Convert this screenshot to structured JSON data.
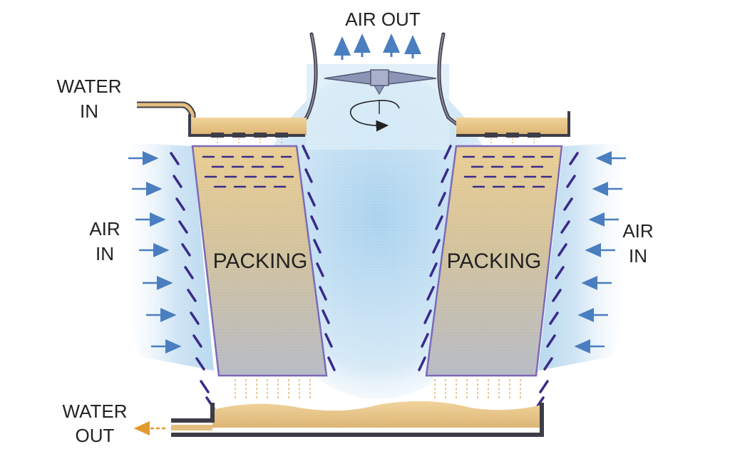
{
  "labels": {
    "air_out": "AIR OUT",
    "water_in": [
      "WATER",
      "IN"
    ],
    "air_in_left": [
      "AIR",
      "IN"
    ],
    "air_in_right": [
      "AIR",
      "IN"
    ],
    "packing_left": "PACKING",
    "packing_right": "PACKING",
    "water_out": [
      "WATER",
      "OUT"
    ]
  },
  "colors": {
    "air": "#cfe4f4",
    "air_deep": "#9fcbea",
    "water": "#e8c58a",
    "water_dark": "#c79a4e",
    "packing_top": "#e6c98f",
    "packing_bottom": "#b8bcc4",
    "frame": "#8070b0",
    "louver": "#3a2a8a",
    "arrow": "#4a7ec0",
    "out_arrow": "#e39a2e",
    "basin_wall": "#3d3d48"
  }
}
